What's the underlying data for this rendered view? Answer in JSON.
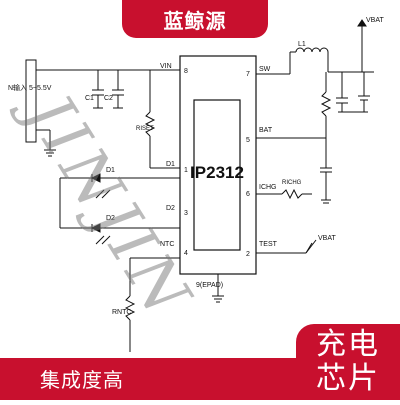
{
  "header": {
    "brand": "蓝鲸源"
  },
  "footer": {
    "label": "集成度高",
    "badge_line1": "充电",
    "badge_line2": "芯片"
  },
  "watermark": "JINJIN",
  "colors": {
    "brand_red": "#c8102e",
    "wire": "#111111"
  },
  "schematic": {
    "chip_name": "IP2312",
    "pin_numbers": {
      "vin": "8",
      "d1": "1",
      "d2": "3",
      "ntc": "4",
      "sw": "7",
      "bat": "5",
      "ichg": "6",
      "test": "2",
      "epad": "9(EPAD)"
    },
    "pin_names": {
      "vin": "VIN",
      "d1": "D1",
      "d2": "D2",
      "ntc": "NTC",
      "sw": "SW",
      "bat": "BAT",
      "ichg": "ICHG",
      "test": "TEST"
    },
    "components": {
      "c1": "C1",
      "c2": "C2",
      "rset": "RISET",
      "d1": "D1",
      "d2": "D2",
      "rntc": "RNTC",
      "l1": "L1",
      "richg": "RICHG",
      "vbat_top": "VBAT",
      "vbat_test": "VBAT"
    },
    "input_label": "N输入\n5~5.5V"
  }
}
